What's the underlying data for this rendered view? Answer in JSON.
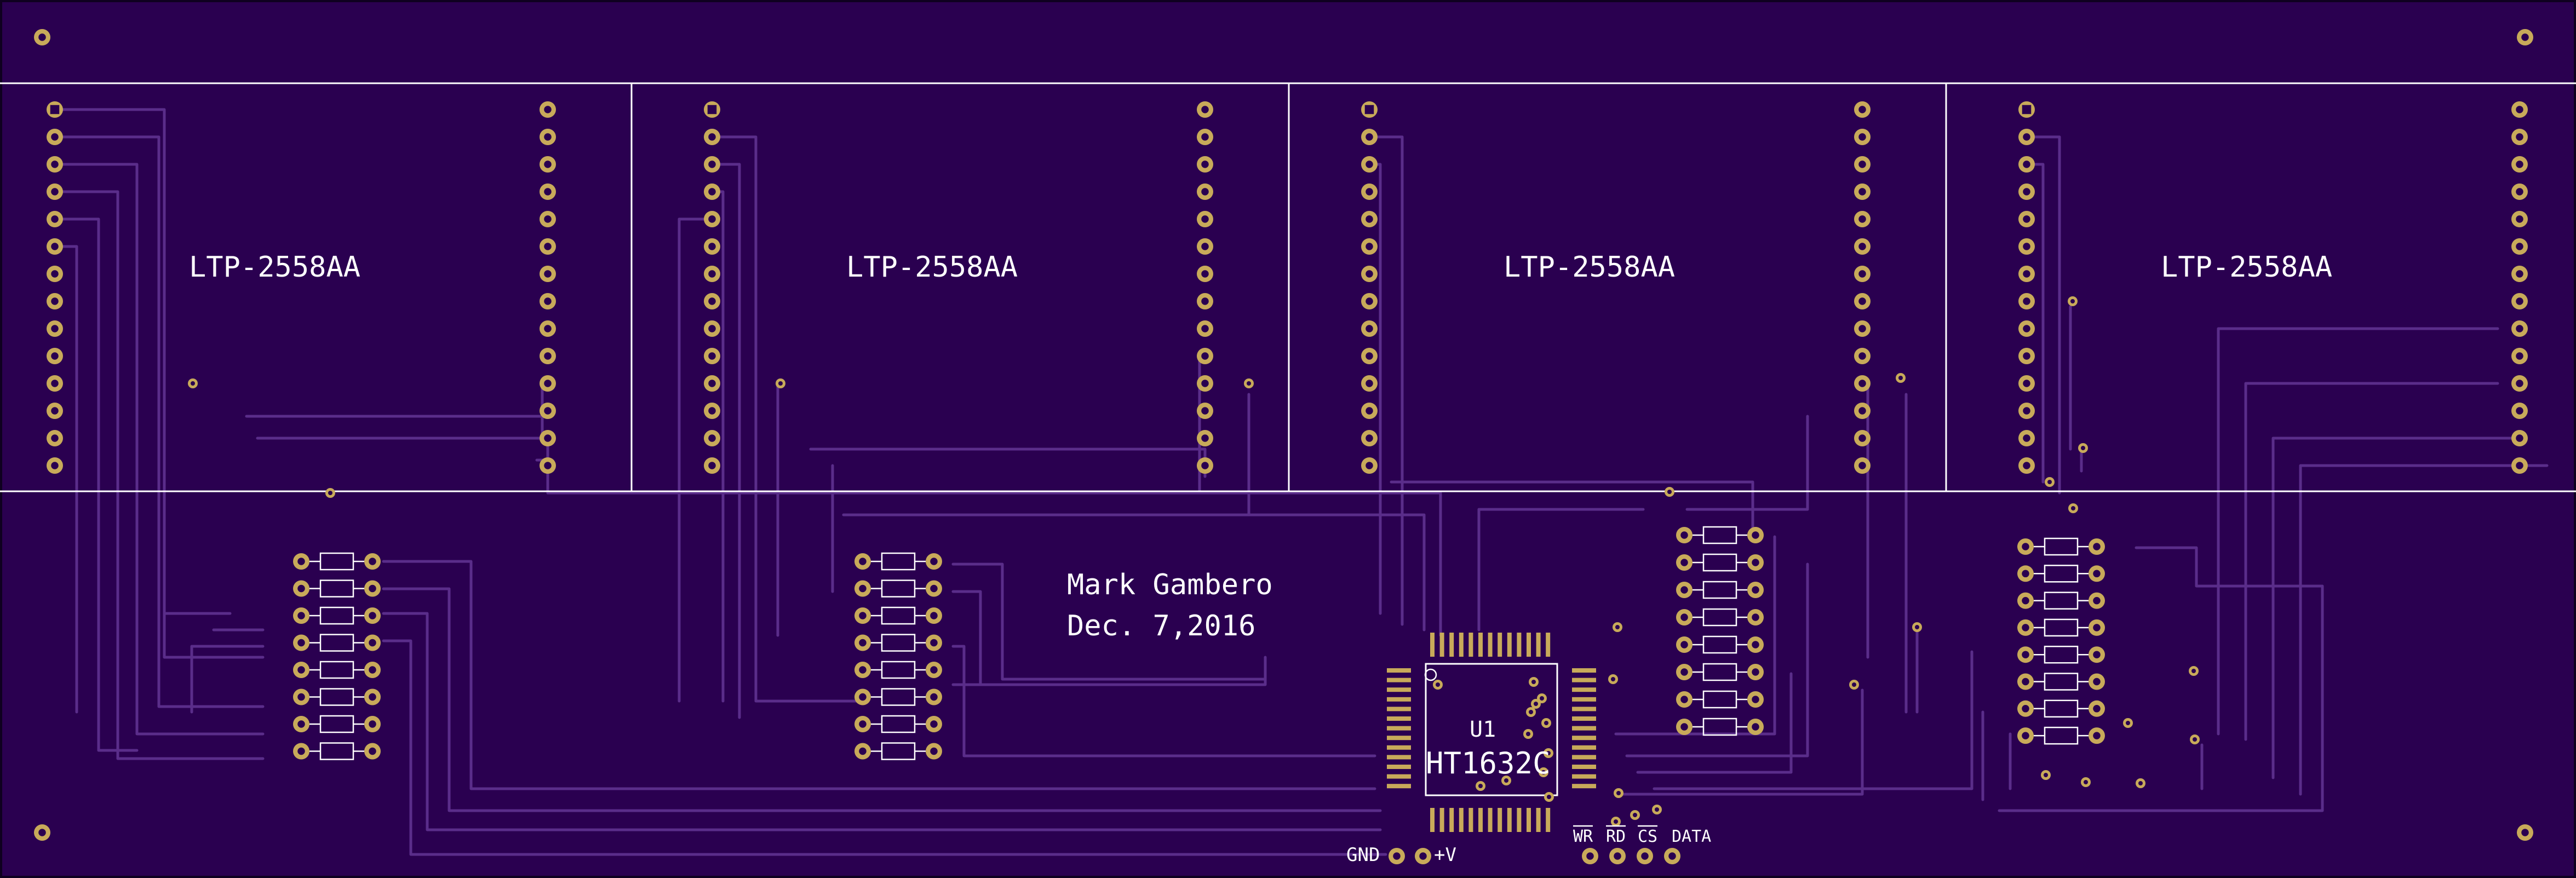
{
  "board": {
    "display_label": "LTP-2558AA",
    "displays": [
      {
        "ref": "display-1",
        "part": "LTP-2558AA"
      },
      {
        "ref": "display-2",
        "part": "LTP-2558AA"
      },
      {
        "ref": "display-3",
        "part": "LTP-2558AA"
      },
      {
        "ref": "display-4",
        "part": "LTP-2558AA"
      }
    ],
    "author": "Mark Gambero",
    "date": "Dec. 7,2016",
    "ic_ref": "U1",
    "ic_part": "HT1632C",
    "pins": {
      "gnd": "GND",
      "vplus": "+V",
      "wr": "WR",
      "rd": "RD",
      "cs": "CS",
      "data": "DATA"
    }
  },
  "colors": {
    "board": "#2a0050",
    "trace": "#5a2d8a",
    "copper": "#c8aa5a",
    "silkscreen": "#ffffff"
  }
}
